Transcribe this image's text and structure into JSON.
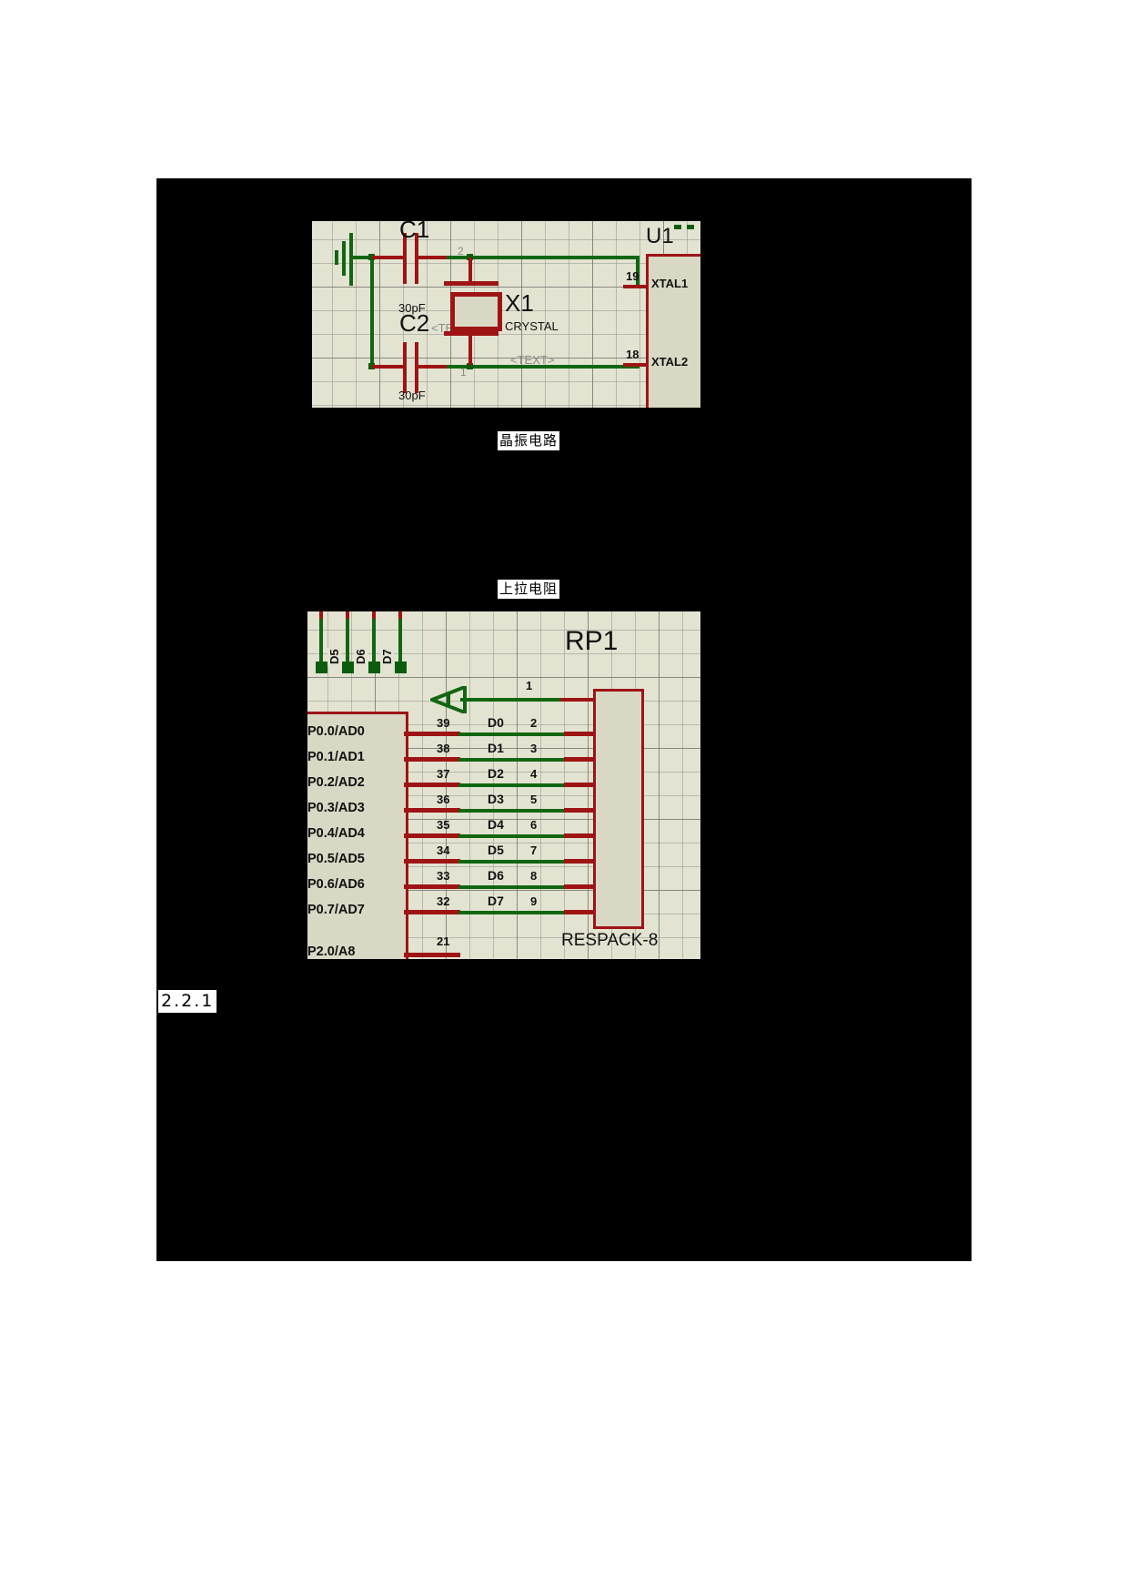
{
  "document": {
    "background": "#ffffff",
    "content_area_color": "#000000",
    "section_number": "2.2.1"
  },
  "figure_crystal": {
    "caption": "晶振电路",
    "canvas_color": "#e3e3d2",
    "wire_green": "#116611",
    "wire_red": "#9e1414",
    "components": [
      {
        "ref": "C1",
        "value": "30pF",
        "type": "capacitor"
      },
      {
        "ref": "C2",
        "value": "30pF",
        "type": "capacitor",
        "extra": "<TEXT>"
      },
      {
        "ref": "X1",
        "value": "CRYSTAL",
        "type": "crystal",
        "extra": "<TEXT>"
      },
      {
        "ref": "U1",
        "type": "ic"
      }
    ],
    "ic": {
      "ref": "U1",
      "pins": [
        {
          "number": "19",
          "name": "XTAL1"
        },
        {
          "number": "18",
          "name": "XTAL2"
        }
      ]
    },
    "net_labels": [
      "1",
      "2"
    ]
  },
  "figure_pullup": {
    "caption": "上拉电阻",
    "canvas_color": "#e3e3d2",
    "bus_labels": [
      "D5",
      "D6",
      "D7"
    ],
    "resistor_pack": {
      "ref": "RP1",
      "value": "RESPACK-8",
      "common_pin": "1",
      "pins": [
        "2",
        "3",
        "4",
        "5",
        "6",
        "7",
        "8",
        "9"
      ]
    },
    "port_rows": [
      {
        "port": "P0.0/AD0",
        "mcu_pin": "39",
        "net": "D0",
        "rp_pin": "2"
      },
      {
        "port": "P0.1/AD1",
        "mcu_pin": "38",
        "net": "D1",
        "rp_pin": "3"
      },
      {
        "port": "P0.2/AD2",
        "mcu_pin": "37",
        "net": "D2",
        "rp_pin": "4"
      },
      {
        "port": "P0.3/AD3",
        "mcu_pin": "36",
        "net": "D3",
        "rp_pin": "5"
      },
      {
        "port": "P0.4/AD4",
        "mcu_pin": "35",
        "net": "D4",
        "rp_pin": "6"
      },
      {
        "port": "P0.5/AD5",
        "mcu_pin": "34",
        "net": "D5",
        "rp_pin": "7"
      },
      {
        "port": "P0.6/AD6",
        "mcu_pin": "33",
        "net": "D6",
        "rp_pin": "8"
      },
      {
        "port": "P0.7/AD7",
        "mcu_pin": "32",
        "net": "D7",
        "rp_pin": "9"
      }
    ],
    "bottom_row": {
      "port": "P2.0/A8",
      "mcu_pin": "21"
    }
  }
}
